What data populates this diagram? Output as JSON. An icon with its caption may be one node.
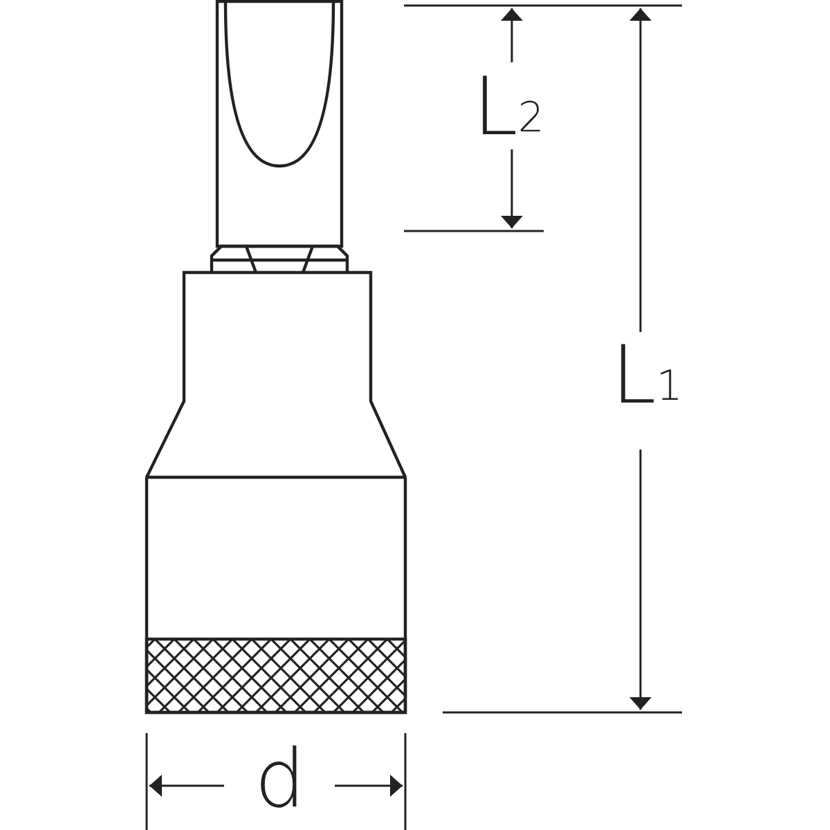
{
  "diagram": {
    "labels": [
      "L$_{2}$",
      "L$_{1}$",
      "d"
    ]
  }
}
